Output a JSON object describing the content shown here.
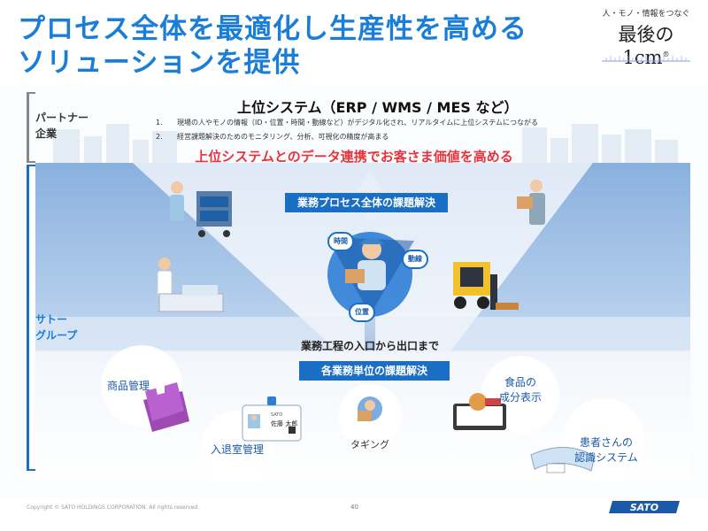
{
  "title": {
    "line1": "プロセス全体を最適化し生産性を高める",
    "line2": "ソリューションを提供"
  },
  "brand": {
    "tagline": "人・モノ・情報をつなぐ",
    "name_part1": "最後の",
    "name_part2": "1cm",
    "registered": "®"
  },
  "sidebar": {
    "partner_line1": "パートナー",
    "partner_line2": "企業",
    "sato_line1": "サトー",
    "sato_line2": "グループ"
  },
  "upper_system": {
    "title": "上位システム（ERP / WMS / MES など）",
    "items": [
      {
        "num": "1.",
        "text": "現場の人やモノの情報（ID・位置・時間・動線など）がデジタル化され、リアルタイムに上位システムにつながる"
      },
      {
        "num": "2.",
        "text": "経営課題解決のためのモニタリング、分析、可視化の精度が高まる"
      }
    ]
  },
  "headline": "上位システムとのデータ連携でお客さま価値を高める",
  "process_box": "業務プロセス全体の課題解決",
  "badges": {
    "time": "時間",
    "flow": "動線",
    "position": "位置"
  },
  "route_text": "業務工程の入口から出口まで",
  "unit_box": "各業務単位の課題解決",
  "bubbles": {
    "product": "商品管理",
    "entry": "入退室管理",
    "tagging": "タギング",
    "food_line1": "食品の",
    "food_line2": "成分表示",
    "patient_line1": "患者さんの",
    "patient_line2": "認識システム"
  },
  "id_card": {
    "org": "SATO",
    "name": "佐藤 太郎"
  },
  "footer": {
    "copyright": "Copyright © SATO HOLDINGS CORPORATION. All rights reserved.",
    "page": "40",
    "logo": "SATO"
  },
  "colors": {
    "brand_blue": "#1a7ed8",
    "box_blue": "#1a6fc4",
    "headline_red": "#e8323c",
    "sky_blue": "#6f9fd6"
  }
}
